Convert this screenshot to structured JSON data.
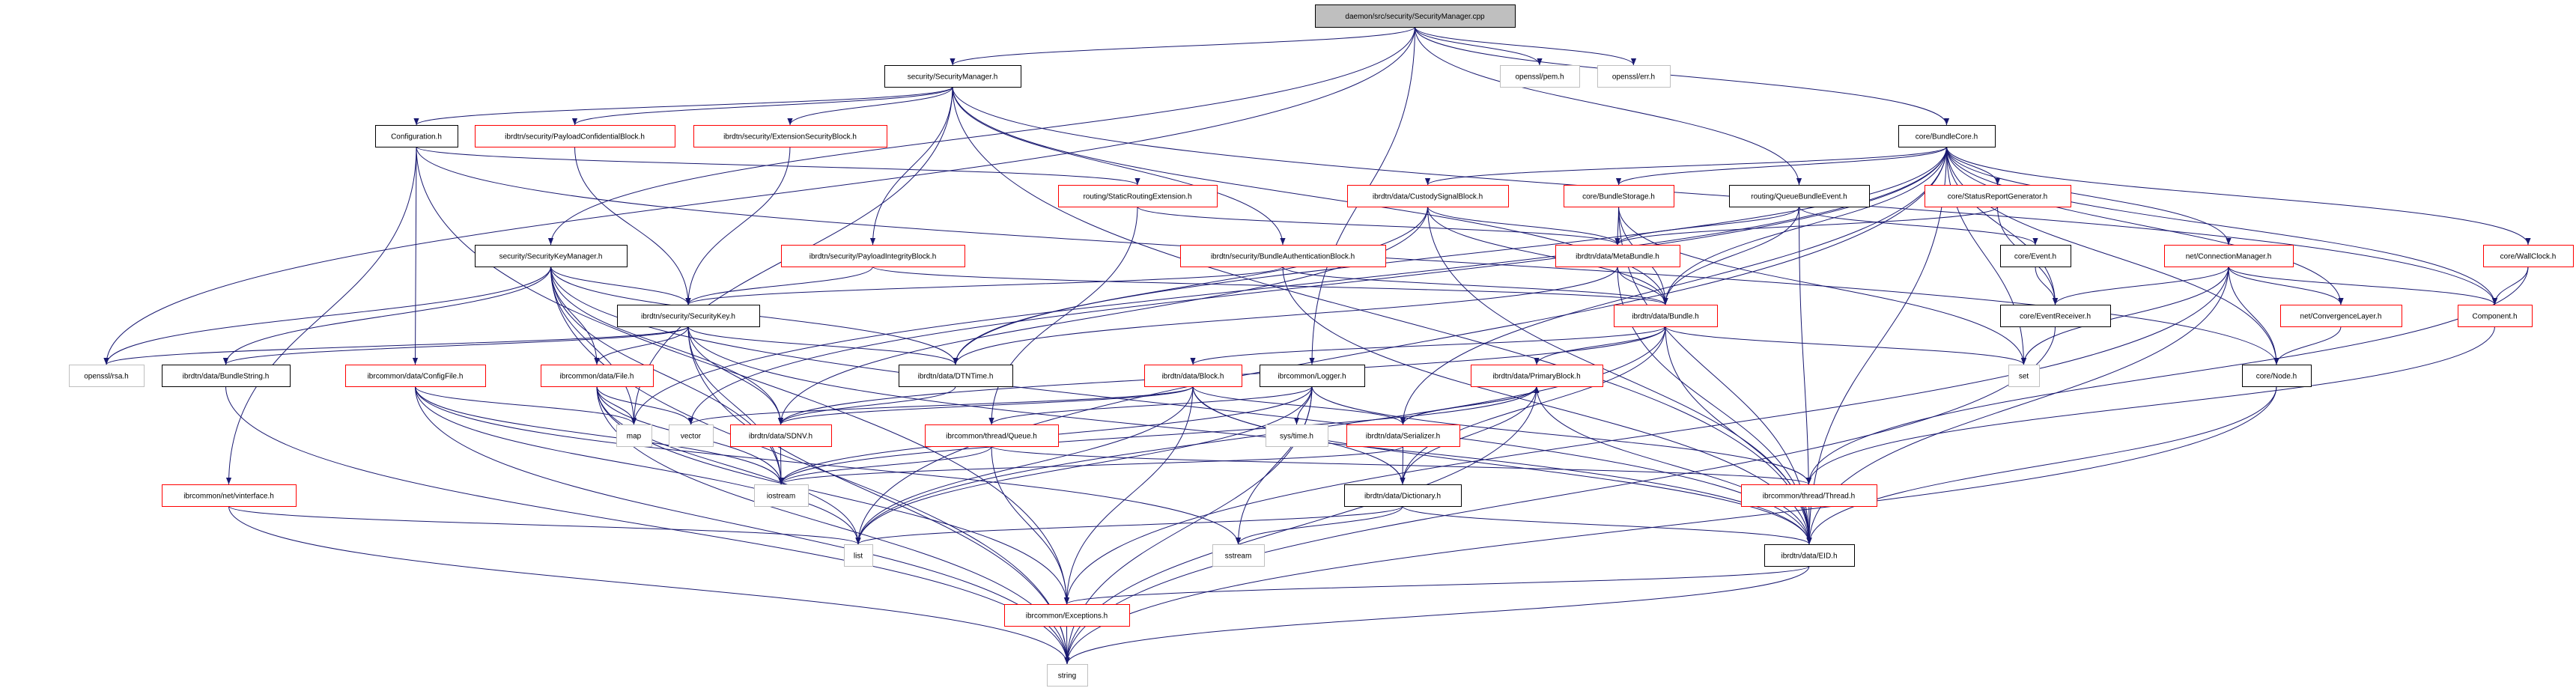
{
  "title": "daemon/src/security/SecurityManager.cpp",
  "colors": {
    "edge": "#191970",
    "root_fill": "#bfbfbf",
    "documented_border": "#000000",
    "truncated_border": "#ff0000",
    "external_border": "#bfbfbf"
  },
  "nodes": [
    {
      "id": "cpp",
      "label": "daemon/src/security/SecurityManager.cpp",
      "style": "root"
    },
    {
      "id": "smh",
      "label": "security/SecurityManager.h",
      "style": "documented"
    },
    {
      "id": "pem",
      "label": "openssl/pem.h",
      "style": "external"
    },
    {
      "id": "err",
      "label": "openssl/err.h",
      "style": "external"
    },
    {
      "id": "conf",
      "label": "Configuration.h",
      "style": "documented"
    },
    {
      "id": "pcb",
      "label": "ibrdtn/security/PayloadConfidentialBlock.h",
      "style": "truncated"
    },
    {
      "id": "esb",
      "label": "ibrdtn/security/ExtensionSecurityBlock.h",
      "style": "truncated"
    },
    {
      "id": "core",
      "label": "core/BundleCore.h",
      "style": "documented"
    },
    {
      "id": "sre",
      "label": "routing/StaticRoutingExtension.h",
      "style": "truncated"
    },
    {
      "id": "csb",
      "label": "ibrdtn/data/CustodySignalBlock.h",
      "style": "truncated"
    },
    {
      "id": "bst",
      "label": "core/BundleStorage.h",
      "style": "truncated"
    },
    {
      "id": "qbe",
      "label": "routing/QueueBundleEvent.h",
      "style": "documented"
    },
    {
      "id": "srg",
      "label": "core/StatusReportGenerator.h",
      "style": "truncated"
    },
    {
      "id": "skm",
      "label": "security/SecurityKeyManager.h",
      "style": "documented"
    },
    {
      "id": "pib",
      "label": "ibrdtn/security/PayloadIntegrityBlock.h",
      "style": "truncated"
    },
    {
      "id": "bab",
      "label": "ibrdtn/security/BundleAuthenticationBlock.h",
      "style": "truncated"
    },
    {
      "id": "meta",
      "label": "ibrdtn/data/MetaBundle.h",
      "style": "truncated"
    },
    {
      "id": "event",
      "label": "core/Event.h",
      "style": "documented"
    },
    {
      "id": "cm",
      "label": "net/ConnectionManager.h",
      "style": "truncated"
    },
    {
      "id": "wc",
      "label": "core/WallClock.h",
      "style": "truncated"
    },
    {
      "id": "sk",
      "label": "ibrdtn/security/SecurityKey.h",
      "style": "documented"
    },
    {
      "id": "bundle",
      "label": "ibrdtn/data/Bundle.h",
      "style": "truncated"
    },
    {
      "id": "er",
      "label": "core/EventReceiver.h",
      "style": "documented"
    },
    {
      "id": "cl",
      "label": "net/ConvergenceLayer.h",
      "style": "truncated"
    },
    {
      "id": "comp",
      "label": "Component.h",
      "style": "truncated"
    },
    {
      "id": "rsa",
      "label": "openssl/rsa.h",
      "style": "external"
    },
    {
      "id": "bstr",
      "label": "ibrdtn/data/BundleString.h",
      "style": "documented"
    },
    {
      "id": "cfg",
      "label": "ibrcommon/data/ConfigFile.h",
      "style": "truncated"
    },
    {
      "id": "file",
      "label": "ibrcommon/data/File.h",
      "style": "truncated"
    },
    {
      "id": "dtnt",
      "label": "ibrdtn/data/DTNTime.h",
      "style": "documented"
    },
    {
      "id": "block",
      "label": "ibrdtn/data/Block.h",
      "style": "truncated"
    },
    {
      "id": "logger",
      "label": "ibrcommon/Logger.h",
      "style": "documented"
    },
    {
      "id": "pb",
      "label": "ibrdtn/data/PrimaryBlock.h",
      "style": "truncated"
    },
    {
      "id": "set",
      "label": "set",
      "style": "external"
    },
    {
      "id": "node",
      "label": "core/Node.h",
      "style": "documented"
    },
    {
      "id": "map",
      "label": "map",
      "style": "external"
    },
    {
      "id": "vector",
      "label": "vector",
      "style": "external"
    },
    {
      "id": "sdnv",
      "label": "ibrdtn/data/SDNV.h",
      "style": "truncated"
    },
    {
      "id": "queue",
      "label": "ibrcommon/thread/Queue.h",
      "style": "truncated"
    },
    {
      "id": "systime",
      "label": "sys/time.h",
      "style": "external"
    },
    {
      "id": "ser",
      "label": "ibrdtn/data/Serializer.h",
      "style": "truncated"
    },
    {
      "id": "iostream",
      "label": "iostream",
      "style": "external"
    },
    {
      "id": "vif",
      "label": "ibrcommon/net/vinterface.h",
      "style": "truncated"
    },
    {
      "id": "dict",
      "label": "ibrdtn/data/Dictionary.h",
      "style": "documented"
    },
    {
      "id": "thread",
      "label": "ibrcommon/thread/Thread.h",
      "style": "truncated"
    },
    {
      "id": "list",
      "label": "list",
      "style": "external"
    },
    {
      "id": "sstream",
      "label": "sstream",
      "style": "external"
    },
    {
      "id": "eid",
      "label": "ibrdtn/data/EID.h",
      "style": "documented"
    },
    {
      "id": "exc",
      "label": "ibrcommon/Exceptions.h",
      "style": "truncated"
    },
    {
      "id": "string",
      "label": "string",
      "style": "external"
    }
  ],
  "edges": [
    [
      "cpp",
      "smh"
    ],
    [
      "cpp",
      "pem"
    ],
    [
      "cpp",
      "err"
    ],
    [
      "cpp",
      "core"
    ],
    [
      "cpp",
      "logger"
    ],
    [
      "cpp",
      "skm"
    ],
    [
      "cpp",
      "rsa"
    ],
    [
      "cpp",
      "qbe"
    ],
    [
      "smh",
      "conf"
    ],
    [
      "smh",
      "pcb"
    ],
    [
      "smh",
      "esb"
    ],
    [
      "smh",
      "pib"
    ],
    [
      "smh",
      "bab"
    ],
    [
      "smh",
      "map"
    ],
    [
      "smh",
      "bundle"
    ],
    [
      "smh",
      "eid"
    ],
    [
      "smh",
      "comp"
    ],
    [
      "conf",
      "sre"
    ],
    [
      "conf",
      "cfg"
    ],
    [
      "conf",
      "vif"
    ],
    [
      "conf",
      "exc"
    ],
    [
      "conf",
      "node"
    ],
    [
      "pcb",
      "sk"
    ],
    [
      "esb",
      "sk"
    ],
    [
      "pib",
      "sk"
    ],
    [
      "pib",
      "bundle"
    ],
    [
      "bab",
      "sk"
    ],
    [
      "bab",
      "bundle"
    ],
    [
      "bab",
      "eid"
    ],
    [
      "skm",
      "sk"
    ],
    [
      "skm",
      "rsa"
    ],
    [
      "skm",
      "bstr"
    ],
    [
      "skm",
      "file"
    ],
    [
      "skm",
      "sdnv"
    ],
    [
      "skm",
      "iostream"
    ],
    [
      "skm",
      "map"
    ],
    [
      "skm",
      "dtnt"
    ],
    [
      "skm",
      "string"
    ],
    [
      "skm",
      "eid"
    ],
    [
      "sk",
      "rsa"
    ],
    [
      "sk",
      "bstr"
    ],
    [
      "sk",
      "file"
    ],
    [
      "sk",
      "sdnv"
    ],
    [
      "sk",
      "dtnt"
    ],
    [
      "sk",
      "string"
    ],
    [
      "sk",
      "iostream"
    ],
    [
      "sk",
      "eid"
    ],
    [
      "sre",
      "meta"
    ],
    [
      "sre",
      "queue"
    ],
    [
      "csb",
      "meta"
    ],
    [
      "csb",
      "bundle"
    ],
    [
      "csb",
      "dtnt"
    ],
    [
      "csb",
      "sdnv"
    ],
    [
      "csb",
      "eid"
    ],
    [
      "bst",
      "meta"
    ],
    [
      "bst",
      "bundle"
    ],
    [
      "bst",
      "eid"
    ],
    [
      "bst",
      "set"
    ],
    [
      "qbe",
      "meta"
    ],
    [
      "qbe",
      "bundle"
    ],
    [
      "qbe",
      "event"
    ],
    [
      "qbe",
      "eid"
    ],
    [
      "srg",
      "meta"
    ],
    [
      "srg",
      "er"
    ],
    [
      "core",
      "csb"
    ],
    [
      "core",
      "bst"
    ],
    [
      "core",
      "srg"
    ],
    [
      "core",
      "cm"
    ],
    [
      "core",
      "wc"
    ],
    [
      "core",
      "cl"
    ],
    [
      "core",
      "comp"
    ],
    [
      "core",
      "node"
    ],
    [
      "core",
      "er"
    ],
    [
      "core",
      "set"
    ],
    [
      "core",
      "eid"
    ],
    [
      "core",
      "ser"
    ],
    [
      "core",
      "map"
    ],
    [
      "core",
      "vector"
    ],
    [
      "core",
      "bundle"
    ],
    [
      "core",
      "dtnt"
    ],
    [
      "core",
      "list"
    ],
    [
      "meta",
      "bundle"
    ],
    [
      "meta",
      "eid"
    ],
    [
      "meta",
      "dtnt"
    ],
    [
      "bundle",
      "block"
    ],
    [
      "bundle",
      "pb"
    ],
    [
      "bundle",
      "dict"
    ],
    [
      "bundle",
      "eid"
    ],
    [
      "bundle",
      "set"
    ],
    [
      "bundle",
      "sdnv"
    ],
    [
      "bundle",
      "list"
    ],
    [
      "block",
      "sdnv"
    ],
    [
      "block",
      "ser"
    ],
    [
      "block",
      "dict"
    ],
    [
      "block",
      "eid"
    ],
    [
      "block",
      "exc"
    ],
    [
      "block",
      "list"
    ],
    [
      "block",
      "vector"
    ],
    [
      "logger",
      "queue"
    ],
    [
      "logger",
      "systime"
    ],
    [
      "logger",
      "sstream"
    ],
    [
      "logger",
      "string"
    ],
    [
      "logger",
      "iostream"
    ],
    [
      "logger",
      "thread"
    ],
    [
      "logger",
      "list"
    ],
    [
      "pb",
      "ser"
    ],
    [
      "pb",
      "dict"
    ],
    [
      "pb",
      "eid"
    ],
    [
      "pb",
      "string"
    ],
    [
      "pb",
      "iostream"
    ],
    [
      "ser",
      "pb"
    ],
    [
      "ser",
      "dict"
    ],
    [
      "ser",
      "iostream"
    ],
    [
      "dict",
      "sstream"
    ],
    [
      "dict",
      "list"
    ],
    [
      "dict",
      "eid"
    ],
    [
      "queue",
      "exc"
    ],
    [
      "queue",
      "thread"
    ],
    [
      "queue",
      "iostream"
    ],
    [
      "exc",
      "string"
    ],
    [
      "eid",
      "exc"
    ],
    [
      "eid",
      "string"
    ],
    [
      "sdnv",
      "iostream"
    ],
    [
      "file",
      "map"
    ],
    [
      "file",
      "vector"
    ],
    [
      "file",
      "iostream"
    ],
    [
      "file",
      "list"
    ],
    [
      "file",
      "string"
    ],
    [
      "file",
      "exc"
    ],
    [
      "cfg",
      "map"
    ],
    [
      "cfg",
      "iostream"
    ],
    [
      "cfg",
      "string"
    ],
    [
      "cfg",
      "sstream"
    ],
    [
      "cfg",
      "list"
    ],
    [
      "vif",
      "list"
    ],
    [
      "vif",
      "string"
    ],
    [
      "bstr",
      "string"
    ],
    [
      "dtnt",
      "sdnv"
    ],
    [
      "event",
      "er"
    ],
    [
      "er",
      "string"
    ],
    [
      "cm",
      "er"
    ],
    [
      "cm",
      "cl"
    ],
    [
      "cm",
      "comp"
    ],
    [
      "cm",
      "node"
    ],
    [
      "cm",
      "set"
    ],
    [
      "cm",
      "eid"
    ],
    [
      "cm",
      "exc"
    ],
    [
      "wc",
      "comp"
    ],
    [
      "wc",
      "thread"
    ],
    [
      "comp",
      "thread"
    ],
    [
      "cl",
      "node"
    ],
    [
      "node",
      "eid"
    ],
    [
      "node",
      "string"
    ]
  ]
}
